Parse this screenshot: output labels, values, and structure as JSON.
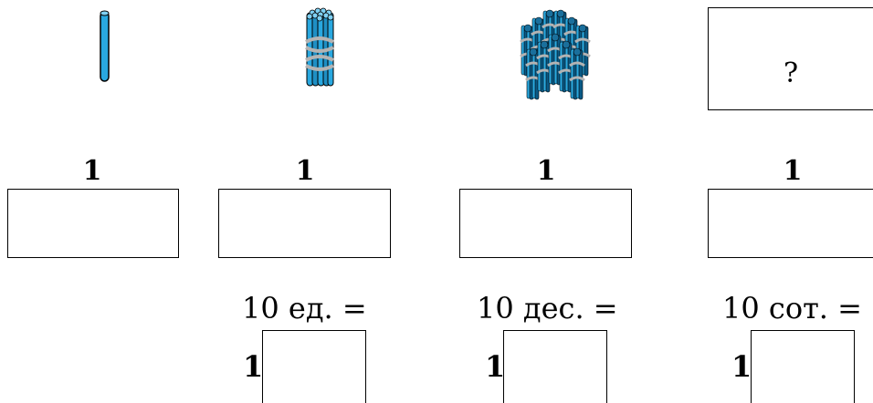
{
  "columns": [
    {
      "top_label": "1",
      "group_caption": "",
      "prefix_digit": ""
    },
    {
      "top_label": "1",
      "group_caption": "10 ед. =",
      "prefix_digit": "1"
    },
    {
      "top_label": "1",
      "group_caption": "10 дес. =",
      "prefix_digit": "1"
    },
    {
      "top_label": "1",
      "group_caption": "10 сот. =",
      "prefix_digit": "1"
    }
  ],
  "question_mark": "?",
  "colors": {
    "stick_fill": "#29a8e0",
    "stick_dark": "#0a5a86",
    "band_gray": "#b3b3b3"
  },
  "icons": [
    "single-stick-icon",
    "bundle-of-ten-icon",
    "bundle-of-hundred-icon"
  ]
}
